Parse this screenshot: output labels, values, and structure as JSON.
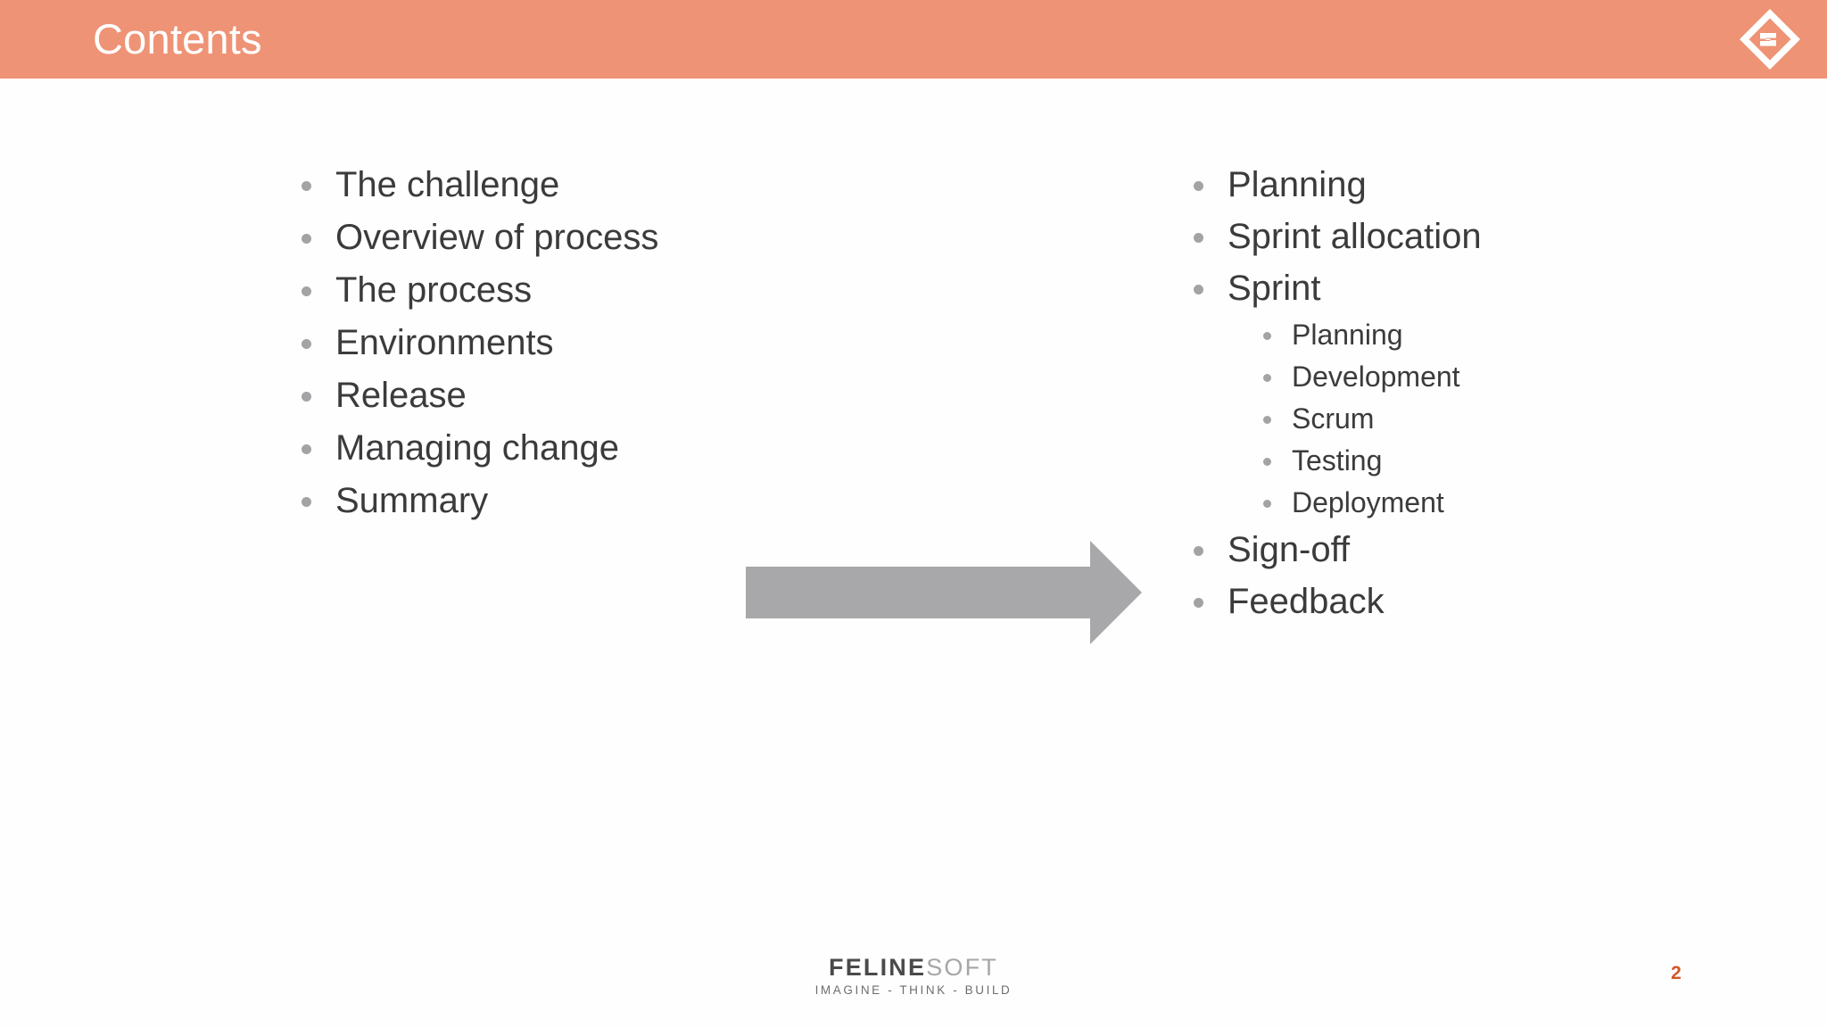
{
  "slide": {
    "title": "Contents",
    "page_number": "2",
    "header_color": "#EE9375",
    "text_color": "#3B3B3D",
    "bullet_color": "#A3A3A6",
    "arrow_color": "#A8A8AA",
    "page_number_color": "#D4572A"
  },
  "brand": {
    "logo_icon": "feline-soft-diamond-logo",
    "wordmark_strong": "FELINE",
    "wordmark_light": "SOFT",
    "tagline": "IMAGINE - THINK - BUILD"
  },
  "left_column": {
    "items": [
      {
        "label": "The challenge"
      },
      {
        "label": "Overview of process"
      },
      {
        "label": "The process"
      },
      {
        "label": "Environments"
      },
      {
        "label": "Release"
      },
      {
        "label": "Managing change"
      },
      {
        "label": "Summary"
      }
    ]
  },
  "right_column": {
    "items": [
      {
        "label": "Planning",
        "children": []
      },
      {
        "label": "Sprint allocation",
        "children": []
      },
      {
        "label": "Sprint",
        "children": [
          {
            "label": "Planning"
          },
          {
            "label": "Development"
          },
          {
            "label": "Scrum"
          },
          {
            "label": "Testing"
          },
          {
            "label": "Deployment"
          }
        ]
      },
      {
        "label": "Sign-off",
        "children": []
      },
      {
        "label": "Feedback",
        "children": []
      }
    ]
  },
  "arrow": {
    "direction": "right",
    "meaning": "process-flow-arrow"
  }
}
